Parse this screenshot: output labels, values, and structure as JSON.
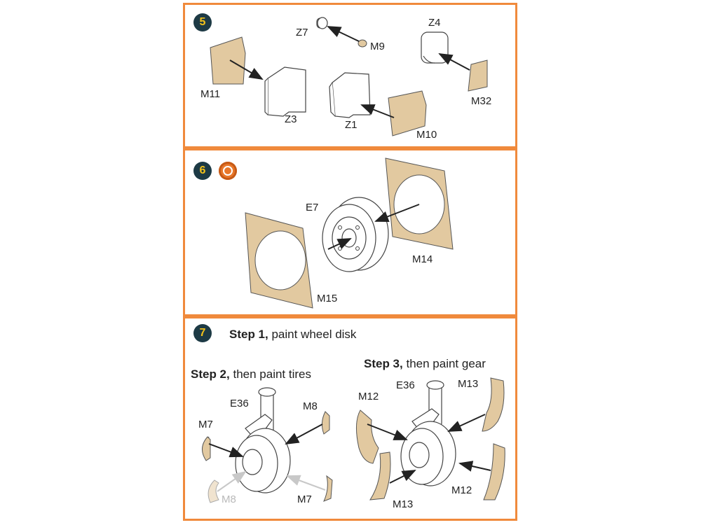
{
  "step5": {
    "badge": "5",
    "labels": {
      "z7": "Z7",
      "m9": "M9",
      "z4": "Z4",
      "m11": "M11",
      "m32": "M32",
      "z3": "Z3",
      "z1": "Z1",
      "m10": "M10"
    }
  },
  "step6": {
    "badge": "6",
    "paint_icon": "2-sides-paint-icon",
    "labels": {
      "e7": "E7",
      "m14": "M14",
      "m15": "M15"
    }
  },
  "step7": {
    "badge": "7",
    "step1": {
      "bold": "Step 1,",
      "rest": " paint wheel disk"
    },
    "step2": {
      "bold": "Step 2,",
      "rest": " then paint tires"
    },
    "step3": {
      "bold": "Step 3,",
      "rest": " then paint gear"
    },
    "labels": {
      "e36_left": "E36",
      "m8_top": "M8",
      "m7_left": "M7",
      "m8_bottom": "M8",
      "m7_bottom": "M7",
      "e36_right": "E36",
      "m13_top": "M13",
      "m12_left": "M12",
      "m12_right": "M12",
      "m13_bottom": "M13"
    }
  },
  "colors": {
    "frame": "#f08a3c",
    "badge_bg": "#1d3a45",
    "badge_text": "#f3c21a",
    "mask": "#e2c9a0"
  }
}
